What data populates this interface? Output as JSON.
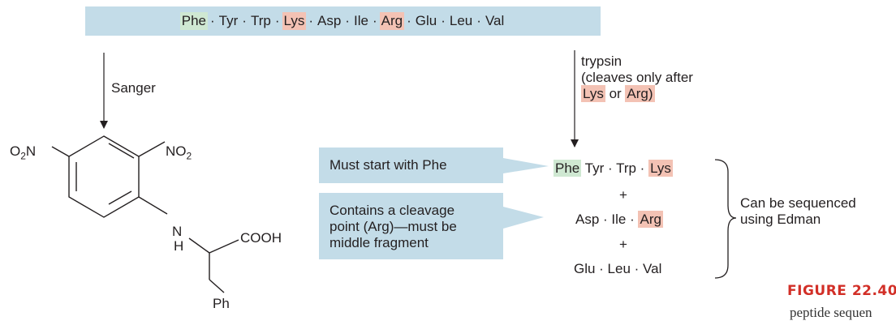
{
  "sequence": {
    "residues": [
      {
        "name": "Phe",
        "highlight": "green"
      },
      {
        "name": "Tyr",
        "highlight": "none"
      },
      {
        "name": "Trp",
        "highlight": "none"
      },
      {
        "name": "Lys",
        "highlight": "red"
      },
      {
        "name": "Asp",
        "highlight": "none"
      },
      {
        "name": "Ile",
        "highlight": "none"
      },
      {
        "name": "Arg",
        "highlight": "red"
      },
      {
        "name": "Glu",
        "highlight": "none"
      },
      {
        "name": "Leu",
        "highlight": "none"
      },
      {
        "name": "Val",
        "highlight": "none"
      }
    ],
    "separator": "·"
  },
  "sanger": {
    "label": "Sanger",
    "product": {
      "o2n": "O2N",
      "no2": "NO2",
      "n": "N",
      "h": "H",
      "cooh": "COOH",
      "ph": "Ph"
    }
  },
  "trypsin": {
    "line1": "trypsin",
    "line2": "(cleaves only after",
    "lys": "Lys",
    "or": "or",
    "arg": "Arg)"
  },
  "callouts": {
    "start": "Must start with Phe",
    "middle_line1": "Contains a cleavage",
    "middle_line2": "point (Arg)—must be",
    "middle_line3": "middle fragment"
  },
  "fragments": {
    "f1_phe": "Phe",
    "f1_rest": "Tyr · Trp ·",
    "f1_lys": "Lys",
    "plus1": "+",
    "f2_rest": "Asp · Ile ·",
    "f2_arg": "Arg",
    "plus2": "+",
    "f3": "Glu · Leu · Val"
  },
  "edman": {
    "line1": "Can be sequenced",
    "line2": "using Edman"
  },
  "caption": {
    "title": "FIGURE 22.40",
    "sub": "peptide sequen"
  },
  "colors": {
    "bar": "#c3dce8",
    "callout": "#c3dce8",
    "green_highlight": "#cfe8d2",
    "red_highlight": "#f3c2b4",
    "caption_red": "#d22f27"
  }
}
